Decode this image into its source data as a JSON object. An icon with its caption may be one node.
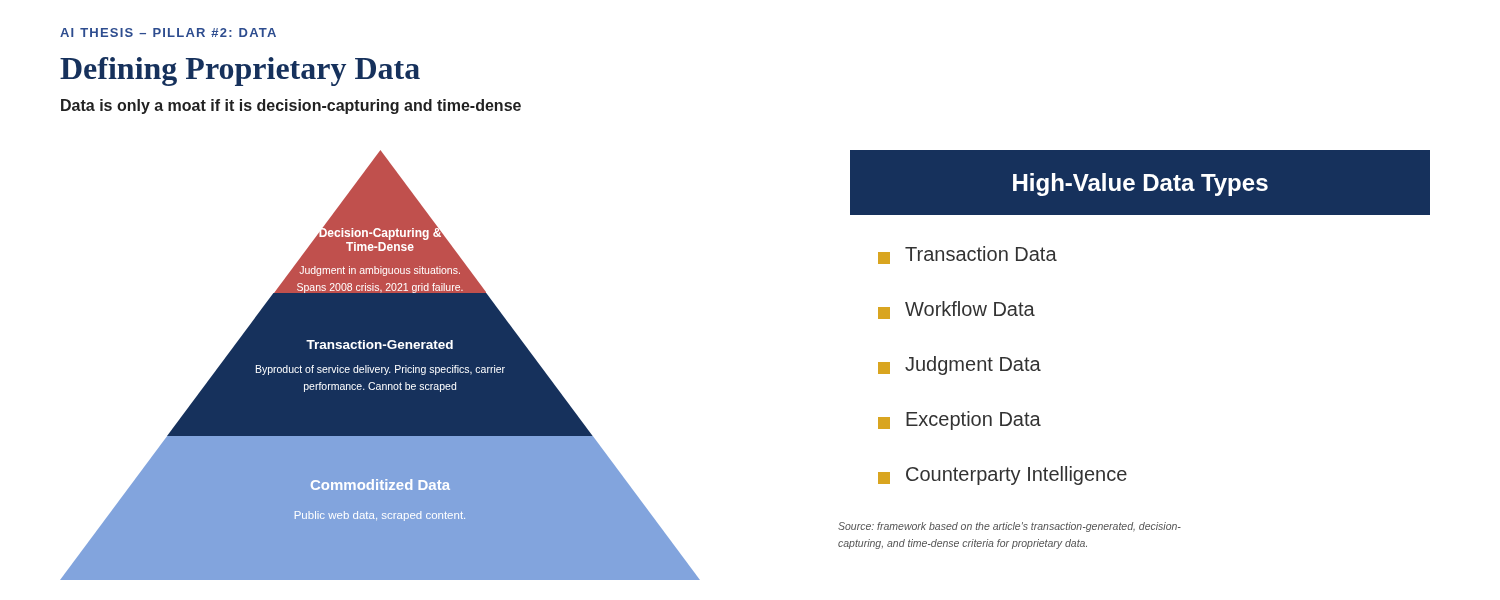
{
  "diagram": {
    "title": "Defining Proprietary Data",
    "caption": "Source: framework based on the article's transaction-generated, decision-capturing, and time-dense criteria for proprietary data.",
    "nodes": [
      {
        "text": [
          "Decision-Capturing & Time-Dense",
          "Judgment in ambiguous situations. Spans 2008 crisis, 2021 grid failure."
        ]
      },
      {
        "text": [
          "Transaction-Generated",
          "Byproduct of service delivery. Pricing specifics, carrier performance. Cannot be scraped"
        ]
      },
      {
        "text": [
          "Commoditized Data",
          "Public web data, scraped content."
        ]
      },
      {
        "text": [
          "High-Value Data Types"
        ]
      }
    ],
    "labels": [
      "AI THESIS – PILLAR #2: DATA",
      "Data is only a moat if it is decision-capturing and time-dense",
      "Transaction Data",
      "Workflow Data",
      "Judgment Data",
      "Exception Data",
      "Counterparty Intelligence"
    ]
  }
}
